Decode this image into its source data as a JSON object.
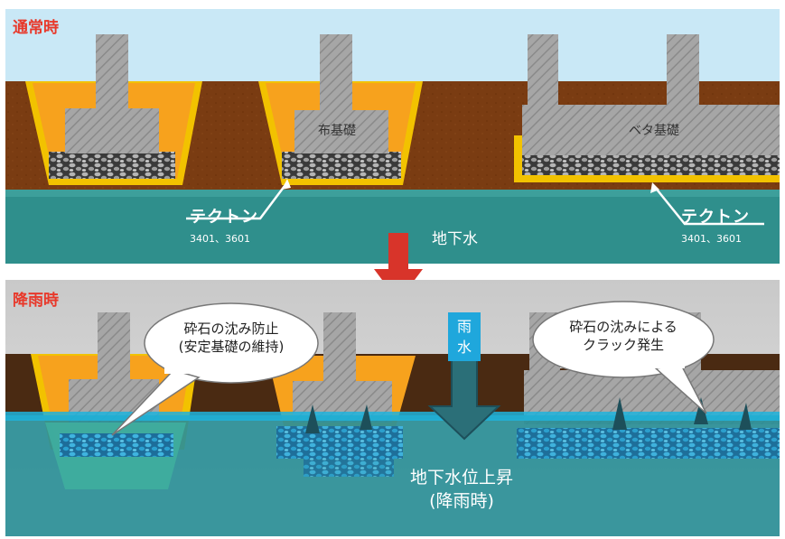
{
  "top_panel": {
    "title": "通常時",
    "label_nuno": "布基礎",
    "label_beta": "ベタ基礎",
    "groundwater": "地下水",
    "tekton_left": {
      "name": "テクトン",
      "codes": "3401、3601"
    },
    "tekton_right": {
      "name": "テクトン",
      "codes": "3401、3601"
    }
  },
  "bottom_panel": {
    "title": "降雨時",
    "bubble_left": {
      "line1": "砕石の沈み防止",
      "line2": "(安定基礎の維持)"
    },
    "bubble_right": {
      "line1": "砕石の沈みによる",
      "line2": "クラック発生"
    },
    "rain": {
      "line1": "雨",
      "line2": "水"
    },
    "groundwater_rise": {
      "line1": "地下水位上昇",
      "line2": "(降雨時)"
    }
  },
  "colors": {
    "sky": "#c9e8f6",
    "soil": "#7a3c12",
    "water": "#2f8f8c",
    "concrete": "#9a9a9a",
    "sheet": "#f2c200",
    "backfill": "#f7a21d",
    "arrow": "#d8342a",
    "title_red": "#e8382a"
  }
}
